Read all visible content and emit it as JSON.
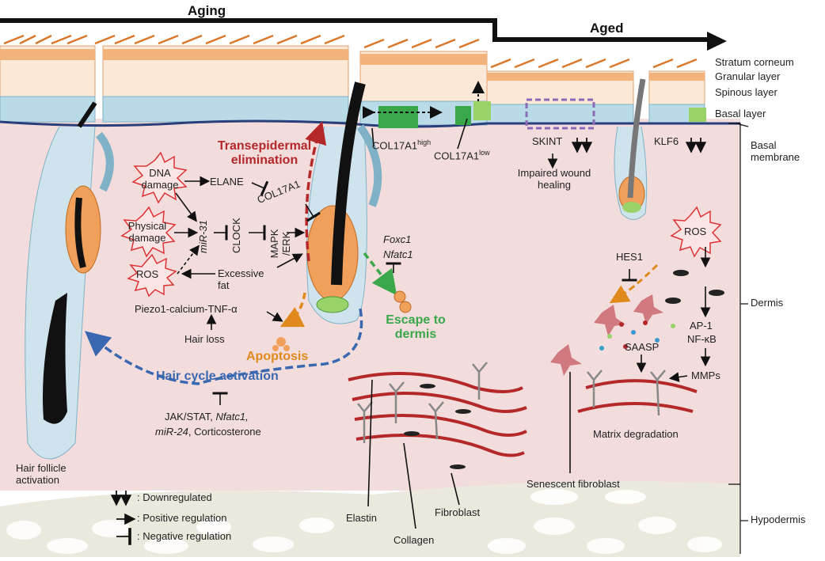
{
  "header": {
    "aging": "Aging",
    "aged": "Aged"
  },
  "layers": {
    "stratum_corneum": "Stratum corneum",
    "granular": "Granular layer",
    "spinous": "Spinous layer",
    "basal": "Basal layer",
    "basal_membrane": "Basal membrane",
    "dermis": "Dermis",
    "hypodermis": "Hypodermis"
  },
  "stress": {
    "dna": "DNA damage",
    "physical": "Physical damage",
    "ros_left": "ROS",
    "ros_right": "ROS"
  },
  "factors": {
    "elane": "ELANE",
    "col17a1": "COL17A1",
    "mir31": "miR-31",
    "clock": "CLOCK",
    "mapk": "MAPK /ERK",
    "excessive_fat": "Excessive fat",
    "piezo": "Piezo1-calcium-TNF-α",
    "hair_loss": "Hair loss",
    "jak": "JAK/STAT,",
    "nfatc1_b": "Nfatc1,",
    "mir24": "miR-24",
    "corticosterone": ", Corticosterone",
    "foxc1": "Foxc1",
    "nfatc1": "Nfatc1",
    "col17_high": "COL17A1",
    "col17_high_sup": "high",
    "col17_low": "COL17A1",
    "col17_low_sup": "low",
    "skint": "SKINT",
    "klf6": "KLF6",
    "impaired": "Impaired wound healing",
    "hes1": "HES1",
    "ap1": "AP-1",
    "nfkb": "NF-κB",
    "saasp": "SAASP",
    "mmps": "MMPs",
    "matrix": "Matrix degradation",
    "senescent": "Senescent fibroblast",
    "elastin": "Elastin",
    "collagen": "Collagen",
    "fibroblast": "Fibroblast"
  },
  "process": {
    "transepidermal": "Transepidermal elimination",
    "apoptosis": "Apoptosis",
    "hair_cycle": "Hair cycle activation",
    "escape": "Escape to dermis",
    "hf_activation": "Hair follicle activation"
  },
  "legend": {
    "down": ": Downregulated",
    "pos": ": Positive regulation",
    "neg": ": Negative regulation"
  },
  "colors": {
    "dermis": "#f2dcdc",
    "hypodermis": "#ebe9dd",
    "basal_cell": "#b9dbe8",
    "keratinocyte": "#fbe8d6",
    "corneum": "#d9772a",
    "follicle": "#cfe3ec",
    "red": "#b5282a",
    "orange": "#e08a1e",
    "blue": "#3a68b0",
    "green": "#3aa84a",
    "purple": "#8a6bb8"
  }
}
